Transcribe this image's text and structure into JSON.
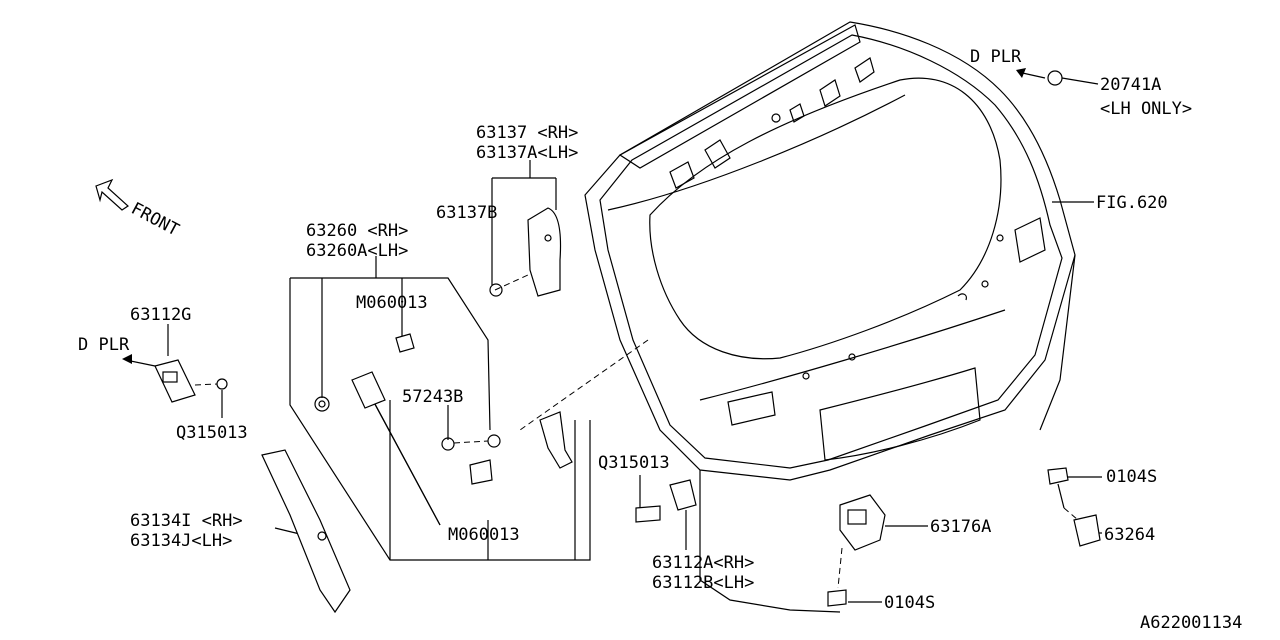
{
  "labels": {
    "d_plr_top": "D PLR",
    "p20741a": "20741A",
    "lh_only": "<LH ONLY>",
    "p63137": "63137 <RH>",
    "p63137a": "63137A<LH>",
    "p63137b": "63137B",
    "fig620": "FIG.620",
    "front": "FRONT",
    "p63260": "63260 <RH>",
    "p63260a": "63260A<LH>",
    "m060013_top": "M060013",
    "p63112g": "63112G",
    "d_plr_left": "D PLR",
    "p57243b": "57243B",
    "q315013_left": "Q315013",
    "q315013_mid": "Q315013",
    "p0104s_right": "0104S",
    "p63134i": "63134I <RH>",
    "p63134j": "63134J<LH>",
    "m060013_bottom": "M060013",
    "p63176a": "63176A",
    "p63264": "63264",
    "p63112a": "63112A<RH>",
    "p63112b": "63112B<LH>",
    "p0104s_bottom": "0104S",
    "diagram_id": "A622001134"
  },
  "icons": [
    "front-arrow-icon"
  ]
}
